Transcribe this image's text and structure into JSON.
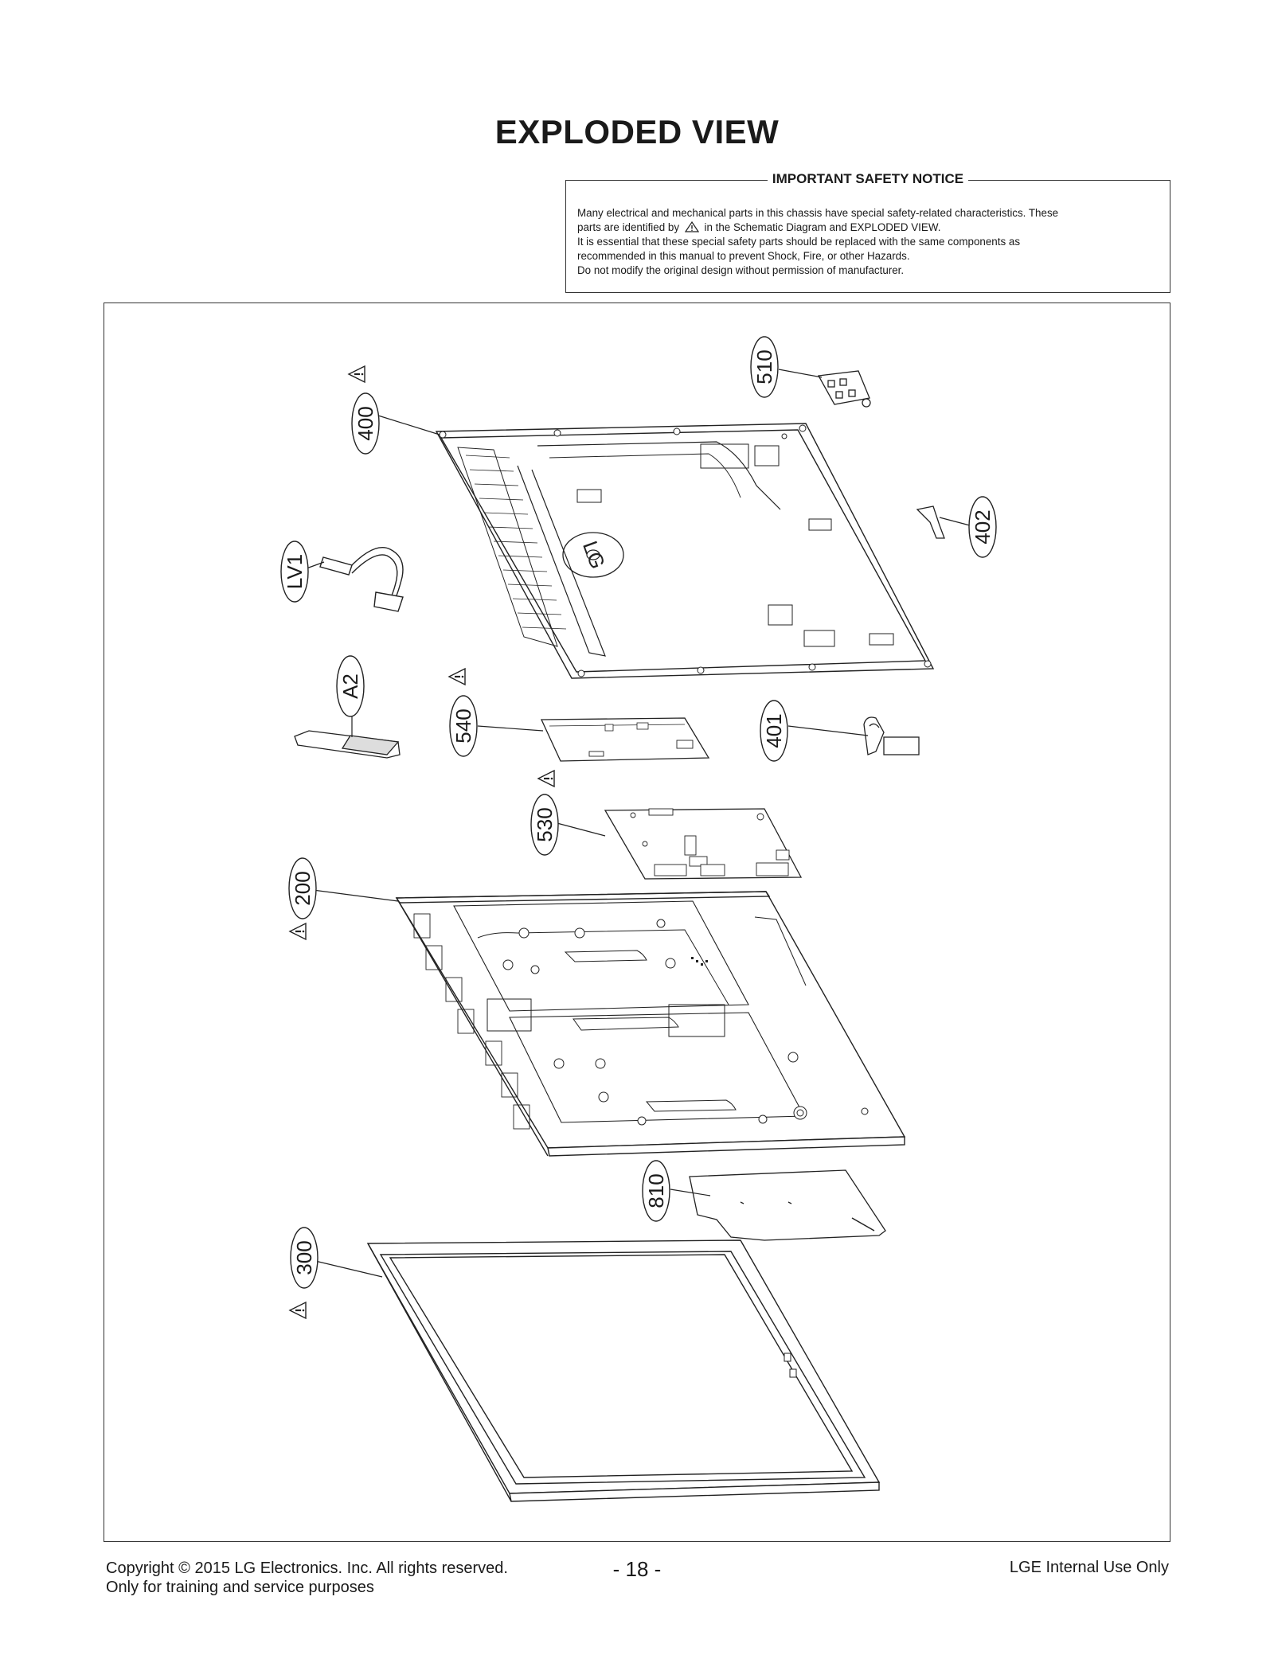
{
  "page_title": "EXPLODED VIEW",
  "notice": {
    "title": "IMPORTANT SAFETY NOTICE",
    "line1": "Many electrical and mechanical parts in this chassis have special safety-related characteristics. These",
    "line2a": "parts are identified by",
    "line2b": "in the Schematic Diagram and EXPLODED VIEW.",
    "line3": "It is essential that these special safety parts should be replaced with the same components as",
    "line4": "recommended in this manual to prevent Shock, Fire, or other Hazards.",
    "line5": "Do not modify the original design without permission of manufacturer."
  },
  "callouts": {
    "c400": "400",
    "c510": "510",
    "c402": "402",
    "cLV1": "LV1",
    "cA2": "A2",
    "c540": "540",
    "c401": "401",
    "c530": "530",
    "c200": "200",
    "c810": "810",
    "c300": "300"
  },
  "icons": {
    "safety_mark": "warning-triangle-icon",
    "logo": "LG"
  },
  "footer": {
    "copyright": "Copyright  © 2015  LG Electronics. Inc. All rights reserved.",
    "purpose": "Only for training and service purposes",
    "page_number": "- 18 -",
    "internal": "LGE Internal Use Only"
  }
}
